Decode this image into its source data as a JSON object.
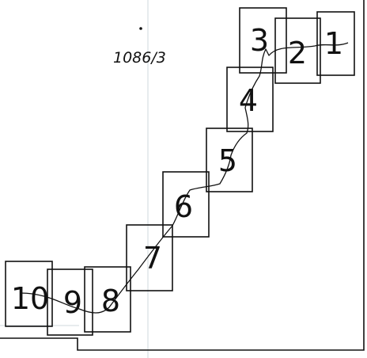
{
  "drawing": {
    "reference_number": "1086/3",
    "frames": [
      {
        "label": "1"
      },
      {
        "label": "2"
      },
      {
        "label": "3"
      },
      {
        "label": "4"
      },
      {
        "label": "5"
      },
      {
        "label": "6"
      },
      {
        "label": "7"
      },
      {
        "label": "8"
      },
      {
        "label": "9"
      },
      {
        "label": "10"
      }
    ]
  }
}
